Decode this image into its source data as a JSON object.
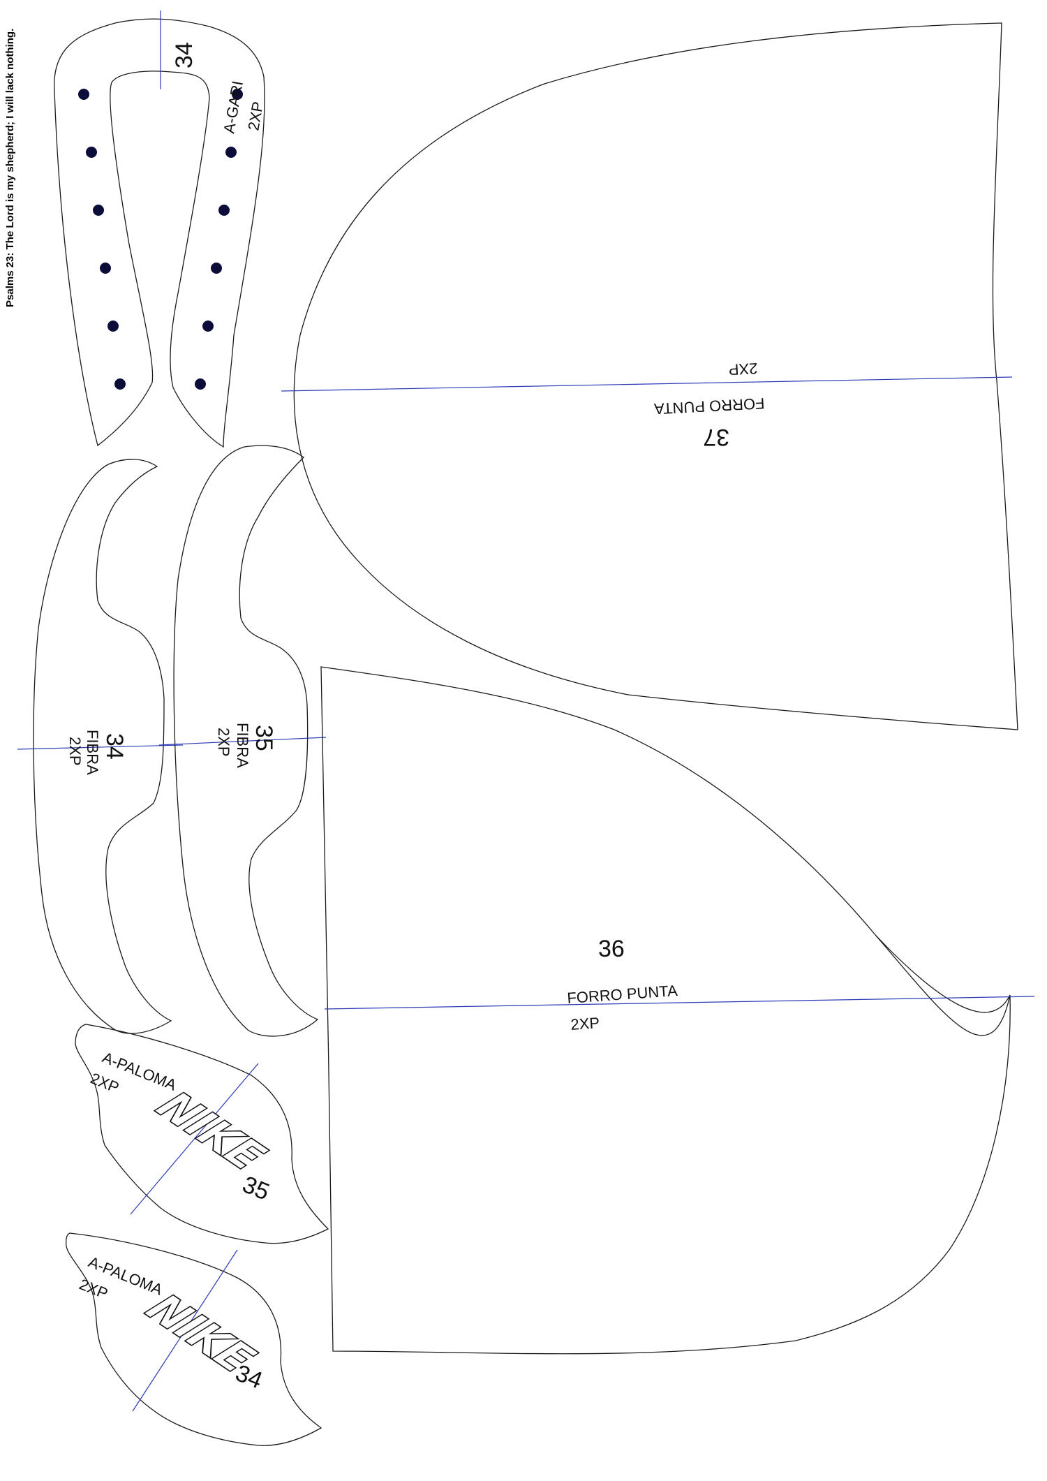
{
  "margin_note": "Psalms 23: The Lord is my shepherd; I will lack nothing.",
  "colors": {
    "outline": "#1a1a1a",
    "axis": "#2b3bb5",
    "holes": "#0c0c3a"
  },
  "pieces": {
    "gari": {
      "number": "34",
      "name": "A-GARI",
      "qty": "2XP",
      "holes": 12
    },
    "forro_37": {
      "number": "37",
      "name": "FORRO PUNTA",
      "qty": "2XP"
    },
    "fibra_34": {
      "number": "34",
      "name": "FIBRA",
      "qty": "2XP"
    },
    "fibra_35": {
      "number": "35",
      "name": "FIBRA",
      "qty": "2XP"
    },
    "forro_36": {
      "number": "36",
      "name": "FORRO PUNTA",
      "qty": "2XP"
    },
    "paloma_35": {
      "number": "35",
      "name": "A-PALOMA",
      "qty": "2XP",
      "logo": "NIKE"
    },
    "paloma_34": {
      "number": "34",
      "name": "A-PALOMA",
      "qty": "2XP",
      "logo": "NIKE"
    }
  }
}
